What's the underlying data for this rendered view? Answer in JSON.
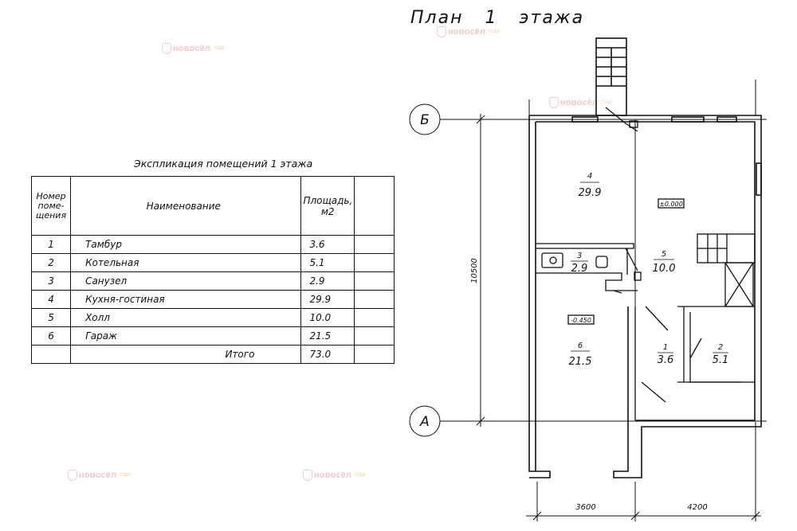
{
  "title": "План   1   этажа",
  "watermark": {
    "brand": "новосёл",
    "badge": "ГОДА"
  },
  "table": {
    "caption": "Экспликация помещений 1 этажа",
    "headers": {
      "number": "Номер поме- щения",
      "name": "Наименование",
      "area": "Площадь, м2"
    },
    "rows": [
      {
        "num": "1",
        "name": "Тамбур",
        "area": "3.6"
      },
      {
        "num": "2",
        "name": "Котельная",
        "area": "5.1"
      },
      {
        "num": "3",
        "name": "Санузел",
        "area": "2.9"
      },
      {
        "num": "4",
        "name": "Кухня-гостиная",
        "area": "29.9"
      },
      {
        "num": "5",
        "name": "Холл",
        "area": "10.0"
      },
      {
        "num": "6",
        "name": "Гараж",
        "area": "21.5"
      }
    ],
    "total": {
      "label": "Итого",
      "area": "73.0"
    }
  },
  "plan": {
    "axes": {
      "top": "Б",
      "bottom": "А"
    },
    "dimensions": {
      "height": "10500",
      "left_width": "3600",
      "right_width": "4200"
    },
    "levels": {
      "main": "±0.000",
      "garage": "-0.450"
    },
    "rooms": [
      {
        "num": "4",
        "area": "29.9"
      },
      {
        "num": "3",
        "area": "2.9"
      },
      {
        "num": "5",
        "area": "10.0"
      },
      {
        "num": "6",
        "area": "21.5"
      },
      {
        "num": "1",
        "area": "3.6"
      },
      {
        "num": "2",
        "area": "5.1"
      }
    ]
  }
}
